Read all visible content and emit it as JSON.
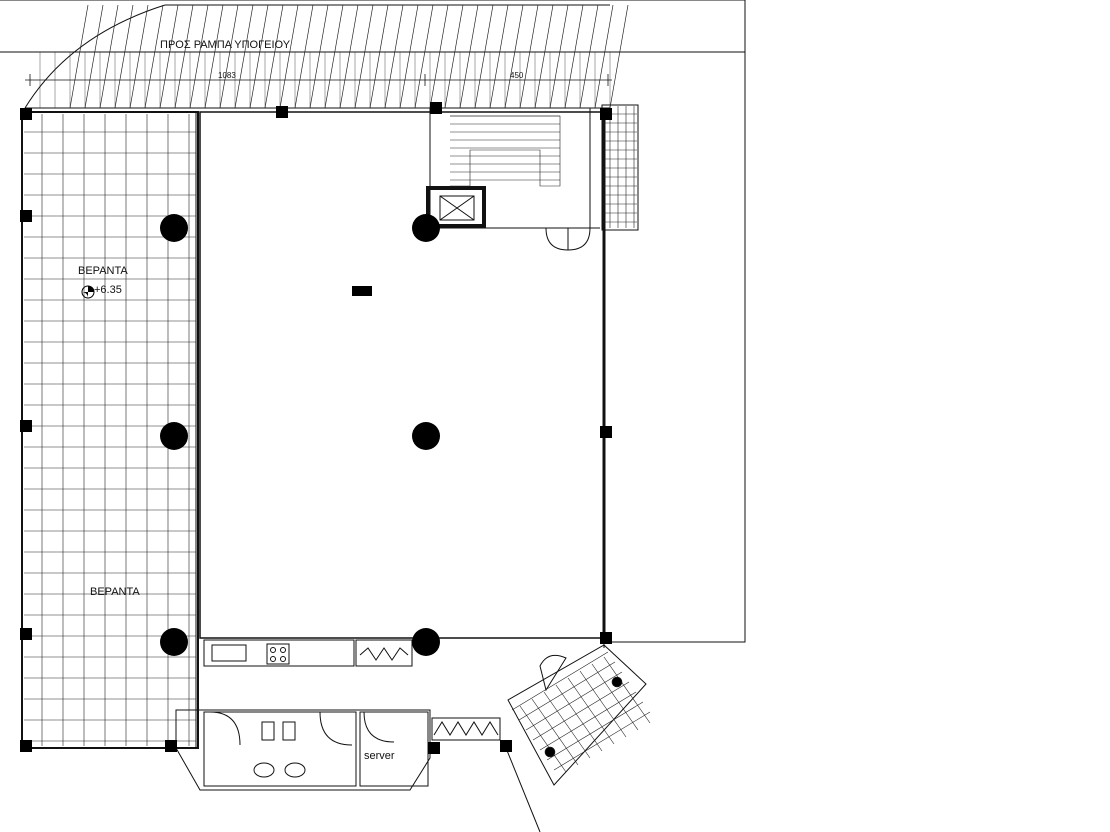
{
  "labels": {
    "ramp": "ΠΡΟΣ   ΡΑΜΠΑ ΥΠΟΓΕΙΟΥ",
    "dimension_left": "1083",
    "dimension_right": "450",
    "veranda_top": "ΒΕΡΑΝΤΑ",
    "level_mark": "+6.35",
    "veranda_bottom": "ΒΕΡΑΝΤΑ",
    "server_room": "server"
  },
  "colors": {
    "line": "#111111",
    "fill": "#000000",
    "background": "#ffffff"
  }
}
